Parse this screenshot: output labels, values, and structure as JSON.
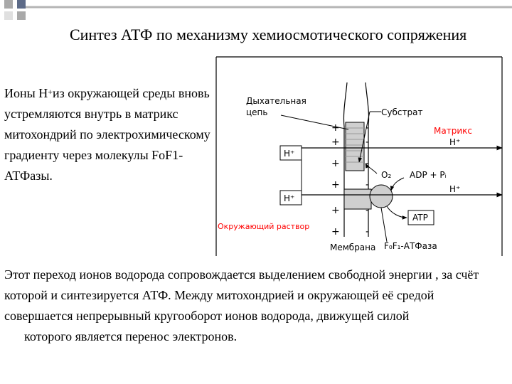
{
  "title": "Синтез АТФ по механизму хемиосмотического сопряжения",
  "left_text": {
    "part1": "Ионы Н",
    "sup": "+",
    "part2": "из окружающей среды вновь устремляются внутрь в матрикс митохондрий по электрохимическому градиенту через молекулы FoF1-АТФазы."
  },
  "bottom_text": {
    "main": "Этот переход ионов водорода сопровождается выделением свободной энергии , за счёт которой и синтезируется АТФ. Между митохондрией и окружающей её средой совершается непрерывный кругооборот ионов водорода, движущей силой",
    "tail": "которого является перенос электронов."
  },
  "diagram": {
    "resp_chain_line1": "Дыхательная",
    "resp_chain_line2": "цепь",
    "substrate": "Субстрат",
    "matrix": "Матрикс",
    "h_in_1": "H⁺",
    "h_in_2": "H⁺",
    "h_out_1": "H⁺",
    "h_out_2": "H⁺",
    "o2": "O₂",
    "adp": "ADP + Pᵢ",
    "atp": "ATP",
    "environment": "Окружающий раствор",
    "membrane": "Мембрана",
    "f0f1": "F₀F₁-АТФаза",
    "plus": "+",
    "minus": "-",
    "label_color": "#ff0000",
    "gray_fill": "#d9d9d9"
  }
}
